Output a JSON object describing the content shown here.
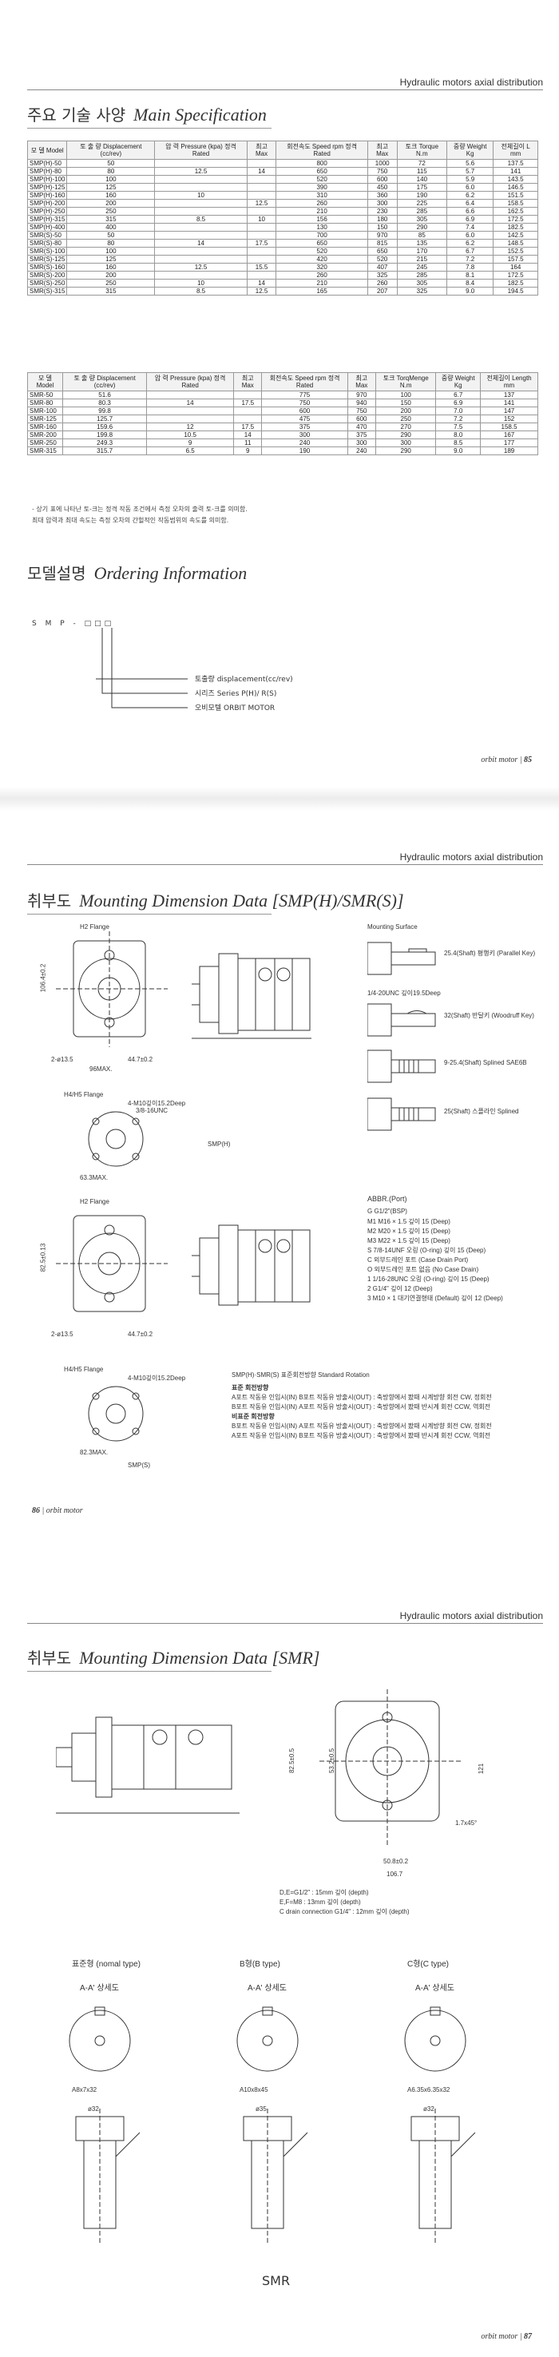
{
  "page1": {
    "header": "Hydraulic motors axial distribution",
    "title_ko": "주요 기술 사양",
    "title_en": "Main Specification",
    "table1": {
      "headers": [
        "모 델 Model",
        "토 출 량 Displacement (cc/rev)",
        "압 력 Pressure (kpa) 정격 Rated",
        "최고 Max",
        "회전속도 Speed rpm 정격 Rated",
        "최고 Max",
        "토크 Torque N.m",
        "중량 Weight Kg",
        "전체길이 L mm"
      ],
      "rows": [
        [
          "SMP(H)-50",
          "50",
          "",
          "",
          "800",
          "1000",
          "72",
          "5.6",
          "137.5"
        ],
        [
          "SMP(H)-80",
          "80",
          "12.5",
          "14",
          "650",
          "750",
          "115",
          "5.7",
          "141"
        ],
        [
          "SMP(H)-100",
          "100",
          "",
          "",
          "520",
          "600",
          "140",
          "5.9",
          "143.5"
        ],
        [
          "SMP(H)-125",
          "125",
          "",
          "",
          "390",
          "450",
          "175",
          "6.0",
          "146.5"
        ],
        [
          "SMP(H)-160",
          "160",
          "10",
          "",
          "310",
          "360",
          "190",
          "6.2",
          "151.5"
        ],
        [
          "SMP(H)-200",
          "200",
          "",
          "12.5",
          "260",
          "300",
          "225",
          "6.4",
          "158.5"
        ],
        [
          "SMP(H)-250",
          "250",
          "",
          "",
          "210",
          "230",
          "285",
          "6.6",
          "162.5"
        ],
        [
          "SMP(H)-315",
          "315",
          "8.5",
          "10",
          "156",
          "180",
          "305",
          "6.9",
          "172.5"
        ],
        [
          "SMP(H)-400",
          "400",
          "",
          "",
          "130",
          "150",
          "290",
          "7.4",
          "182.5"
        ],
        [
          "SMR(S)-50",
          "50",
          "",
          "",
          "700",
          "970",
          "85",
          "6.0",
          "142.5"
        ],
        [
          "SMR(S)-80",
          "80",
          "14",
          "17.5",
          "650",
          "815",
          "135",
          "6.2",
          "148.5"
        ],
        [
          "SMR(S)-100",
          "100",
          "",
          "",
          "520",
          "650",
          "170",
          "6.7",
          "152.5"
        ],
        [
          "SMR(S)-125",
          "125",
          "",
          "",
          "420",
          "520",
          "215",
          "7.2",
          "157.5"
        ],
        [
          "SMR(S)-160",
          "160",
          "12.5",
          "15.5",
          "320",
          "407",
          "245",
          "7.8",
          "164"
        ],
        [
          "SMR(S)-200",
          "200",
          "",
          "",
          "260",
          "325",
          "285",
          "8.1",
          "172.5"
        ],
        [
          "SMR(S)-250",
          "250",
          "10",
          "14",
          "210",
          "260",
          "305",
          "8.4",
          "182.5"
        ],
        [
          "SMR(S)-315",
          "315",
          "8.5",
          "12.5",
          "165",
          "207",
          "325",
          "9.0",
          "194.5"
        ]
      ]
    },
    "table2": {
      "headers": [
        "모 델 Model",
        "토 출 량 Displacement (cc/rev)",
        "압 력 Pressure (kpa) 정격 Rated",
        "최고 Max",
        "회전속도 Speed rpm 정격 Rated",
        "최고 Max",
        "토크 TorqMenge N.m",
        "중량 Weight Kg",
        "전체길이 Length mm"
      ],
      "rows": [
        [
          "SMR-50",
          "51.6",
          "",
          "",
          "775",
          "970",
          "100",
          "6.7",
          "137"
        ],
        [
          "SMR-80",
          "80.3",
          "14",
          "17.5",
          "750",
          "940",
          "150",
          "6.9",
          "141"
        ],
        [
          "SMR-100",
          "99.8",
          "",
          "",
          "600",
          "750",
          "200",
          "7.0",
          "147"
        ],
        [
          "SMR-125",
          "125.7",
          "",
          "",
          "475",
          "600",
          "250",
          "7.2",
          "152"
        ],
        [
          "SMR-160",
          "159.6",
          "12",
          "17.5",
          "375",
          "470",
          "270",
          "7.5",
          "158.5"
        ],
        [
          "SMR-200",
          "199.8",
          "10.5",
          "14",
          "300",
          "375",
          "290",
          "8.0",
          "167"
        ],
        [
          "SMR-250",
          "249.3",
          "9",
          "11",
          "240",
          "300",
          "300",
          "8.5",
          "177"
        ],
        [
          "SMR-315",
          "315.7",
          "6.5",
          "9",
          "190",
          "240",
          "290",
          "9.0",
          "189"
        ]
      ]
    },
    "notes": [
      "- 상기 표에 나타난 토-크는 정격 작동 조건에서 측정 오차의 출력 토-크를 의미함.",
      "최대 압력과 최대 속도는 측정 오차의 간헐적인 작동범위의 속도를 의미함."
    ],
    "ordering_title_ko": "모델설명",
    "ordering_title_en": "Ordering Information",
    "ordering_code": "S M P -  □□□",
    "ordering_items": [
      "토출량   displacement(cc/rev)",
      "시리즈   Series P(H)/ R(S)",
      "오비모텔   ORBIT MOTOR"
    ],
    "footer_brand": "orbit motor",
    "page_no": "85"
  },
  "page2": {
    "header": "Hydraulic motors axial distribution",
    "title_ko": "취부도",
    "title_en": "Mounting  Dimension Data [SMP(H)/SMR(S)]",
    "labels": {
      "h2_flange": "H2 Flange",
      "h4_h6_flange": "H4/H5 Flange",
      "mounting_surface": "Mounting Surface",
      "smp_h": "SMP(H)",
      "smp_s": "SMP(S)",
      "dim_106": "106.4±0.2",
      "dim_82": "82.5±0.13",
      "dim_96": "96MAX.",
      "dim_44": "44.7±0.2",
      "dim_2m": "2-ø13.5",
      "dim_4m10": "4-M10깊이15.2Deep",
      "dim_3_8": "3/8-16UNC",
      "dim_82_3": "82.3MAX.",
      "dim_63": "63.3MAX.",
      "key1": "25.4(Shaft) 평행키 (Parallel Key)",
      "key2": "1/4-20UNC 깊이19.5Deep",
      "key3": "32(Shaft) 반달키 (Woodruff Key)",
      "key4": "9-25.4(Shaft) Splined SAE6B",
      "key5": "25(Shaft) 스플라인 Splined"
    },
    "abbr_title": "ABBR.(Port)",
    "abbr": [
      "G    G1/2\"(BSP)",
      "M1   M16 × 1.5 깊이 15 (Deep)",
      "M2   M20 × 1.5 깊이 15 (Deep)",
      "M3   M22 × 1.5 깊이 15 (Deep)",
      "S    7/8-14UNF 오링 (O-ring) 깊이 15 (Deep)",
      "C    외부드레인 포트 (Case Drain Port)",
      "O    외부드레인 포트 없음 (No Case Drain)",
      "1    1/16-28UNC 오링 (O-ring) 깊이 15 (Deep)",
      "2    G1/4\" 깊이 12 (Deep)",
      "3    M10 × 1 대기연결형태 (Default) 깊이 12 (Deep)"
    ],
    "rotation_title": "SMP(H)·SMR(S) 표준회전방향 Standard Rotation",
    "rotation": [
      "표준 회전방향",
      "A포트 작동유 인입시(IN) B포트 작동유 방출시(OUT) : 축방향에서 봤때 시계방향 회전 CW, 정회전",
      "B포트 작동유 인입시(IN) A포트 작동유 방출시(OUT) : 축방향에서 봤때 반시계 회전 CCW, 역회전",
      "비표준 회전방향",
      "B포트 작동유 인입시(IN) A포트 작동유 방출시(OUT) : 축방향에서 봤때 시계방향 회전 CW, 정회전",
      "A포트 작동유 인입시(IN) B포트 작동유 방출시(OUT) : 축방향에서 봤때 반시계 회전 CCW, 역회전"
    ],
    "page_no": "86",
    "footer_brand": "orbit motor"
  },
  "page3": {
    "header": "Hydraulic motors axial distribution",
    "title_ko": "취부도",
    "title_en": "Mounting  Dimension Data [SMR]",
    "dims": {
      "d1": "82.5±0.5",
      "d2": "53.2±0.5",
      "d3": "121",
      "d4": "50.8±0.2",
      "d5": "106.7",
      "d6": "1.7x45°"
    },
    "port_notes": [
      "D,E=G1/2\" : 15mm 깊이 (depth)",
      "E,F=M8 : 13mm 깊이 (depth)",
      "C drain connection G1/4\" : 12mm 깊이 (depth)"
    ],
    "types": [
      {
        "ko": "표준형 (nomal type)",
        "sect": "A-A' 상세도",
        "spline": "A8x7x32",
        "dia": "ø32"
      },
      {
        "ko": "B형(B type)",
        "sect": "A-A' 상세도",
        "spline": "A10x8x45",
        "dia": "ø35"
      },
      {
        "ko": "C형(C type)",
        "sect": "A-A' 상세도",
        "spline": "A6.35x6.35x32",
        "dia": "ø32"
      }
    ],
    "model": "SMR",
    "footer_brand": "orbit motor",
    "page_no": "87"
  }
}
